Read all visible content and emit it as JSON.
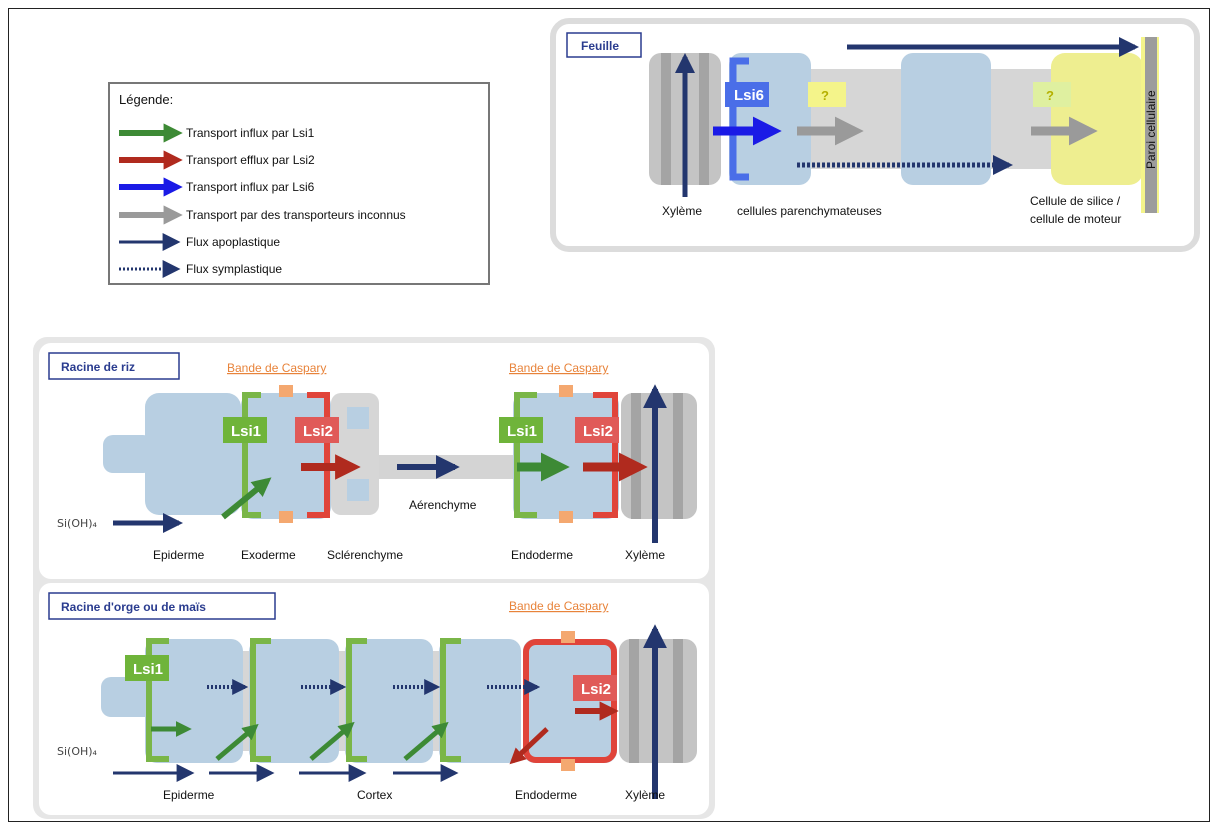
{
  "legend": {
    "title": "Légende:",
    "items": [
      {
        "label": "Transport influx par Lsi1",
        "color": "#3d8a35"
      },
      {
        "label": "Transport efflux par Lsi2",
        "color": "#b02a1e"
      },
      {
        "label": "Transport influx par Lsi6",
        "color": "#1a1ae6"
      },
      {
        "label": "Transport par des transporteurs inconnus",
        "color": "#9a9a9a"
      },
      {
        "label": "Flux apoplastique",
        "color": "#23366e"
      },
      {
        "label": "Flux symplastique",
        "color": "#23366e"
      }
    ]
  },
  "leaf": {
    "title": "Feuille",
    "lsi6": "Lsi6",
    "unknown1": "?",
    "unknown2": "?",
    "wall": "Paroi cellulaire",
    "xylem": "Xylème",
    "parenchyma": "cellules parenchymateuses",
    "silica1": "Cellule de silice /",
    "silica2": "cellule de moteur"
  },
  "rice": {
    "title": "Racine de riz",
    "caspary1": "Bande de Caspary",
    "caspary2": "Bande de Caspary",
    "lsi1a": "Lsi1",
    "lsi2a": "Lsi2",
    "lsi1b": "Lsi1",
    "lsi2b": "Lsi2",
    "sioh": "Si(OH)₄",
    "aerenchyme": "Aérenchyme",
    "epiderme": "Epiderme",
    "exoderme": "Exoderme",
    "sclerenchyme": "Sclérenchyme",
    "endoderme": "Endoderme",
    "xyleme": "Xylème"
  },
  "barley": {
    "title": "Racine d'orge ou de maïs",
    "caspary": "Bande de Caspary",
    "lsi1": "Lsi1",
    "lsi2": "Lsi2",
    "sioh": "Si(OH)₄",
    "epiderme": "Epiderme",
    "cortex": "Cortex",
    "endoderme": "Endoderme",
    "xyleme": "Xylème"
  }
}
